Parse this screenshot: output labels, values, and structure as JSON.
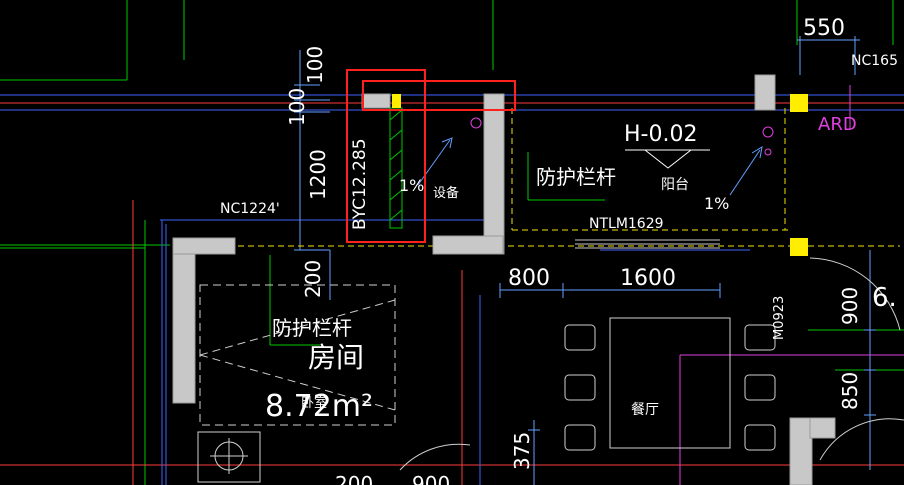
{
  "colors": {
    "background": "#000000",
    "wall": "#c8c8c8",
    "dim": "#64a0ff",
    "grid": "#00c800",
    "axis": "#ff3c3c",
    "column": "#ffee00",
    "highlight": "#ff2020",
    "magenta": "#e040e0",
    "yellow_line": "#f0e000",
    "text": "#ffffff"
  },
  "dimensions": {
    "d550": "550",
    "d100_top": "100",
    "d100": "100",
    "d1200": "1200",
    "d200": "200",
    "d800": "800",
    "d1600": "1600",
    "d900": "900",
    "d850": "850",
    "d375": "375",
    "d200_bottom": "200",
    "d900_bottom": "900"
  },
  "labels": {
    "nc165": "NC165",
    "nc1224": "NC1224'",
    "byc": "BYC12.285",
    "slope_left": "1%",
    "equipment": "设备",
    "level": "H-0.02",
    "railing_balcony": "防护栏杆",
    "balcony": "阳台",
    "slope_right": "1%",
    "ntlm": "NTLM1629",
    "door_m0923": "M0923",
    "railing_room": "防护栏杆",
    "room": "房间",
    "bedroom": "卧室",
    "area": "8.72m²",
    "dining": "餐厅",
    "ard": "ARD",
    "partial_6": "6."
  }
}
